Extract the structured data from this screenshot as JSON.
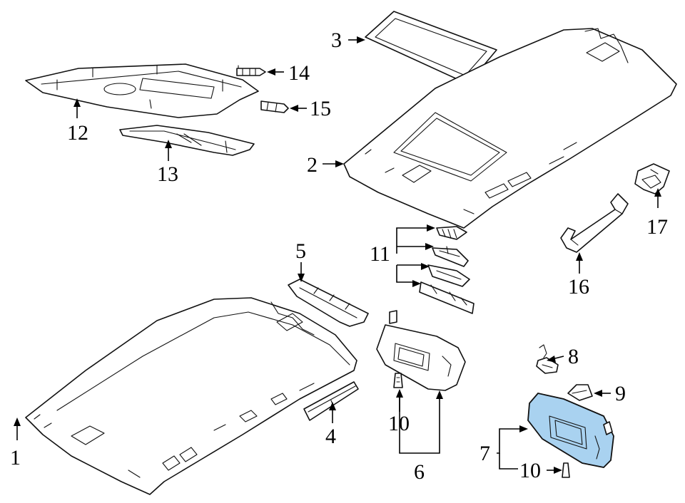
{
  "diagram": {
    "highlight_color": "#a9d2f0",
    "labels": {
      "l1": "1",
      "l2": "2",
      "l3": "3",
      "l4": "4",
      "l5": "5",
      "l6": "6",
      "l7": "7",
      "l8": "8",
      "l9": "9",
      "l10a": "10",
      "l10b": "10",
      "l11": "11",
      "l12": "12",
      "l13": "13",
      "l14": "14",
      "l15": "15",
      "l16": "16",
      "l17": "17"
    }
  }
}
